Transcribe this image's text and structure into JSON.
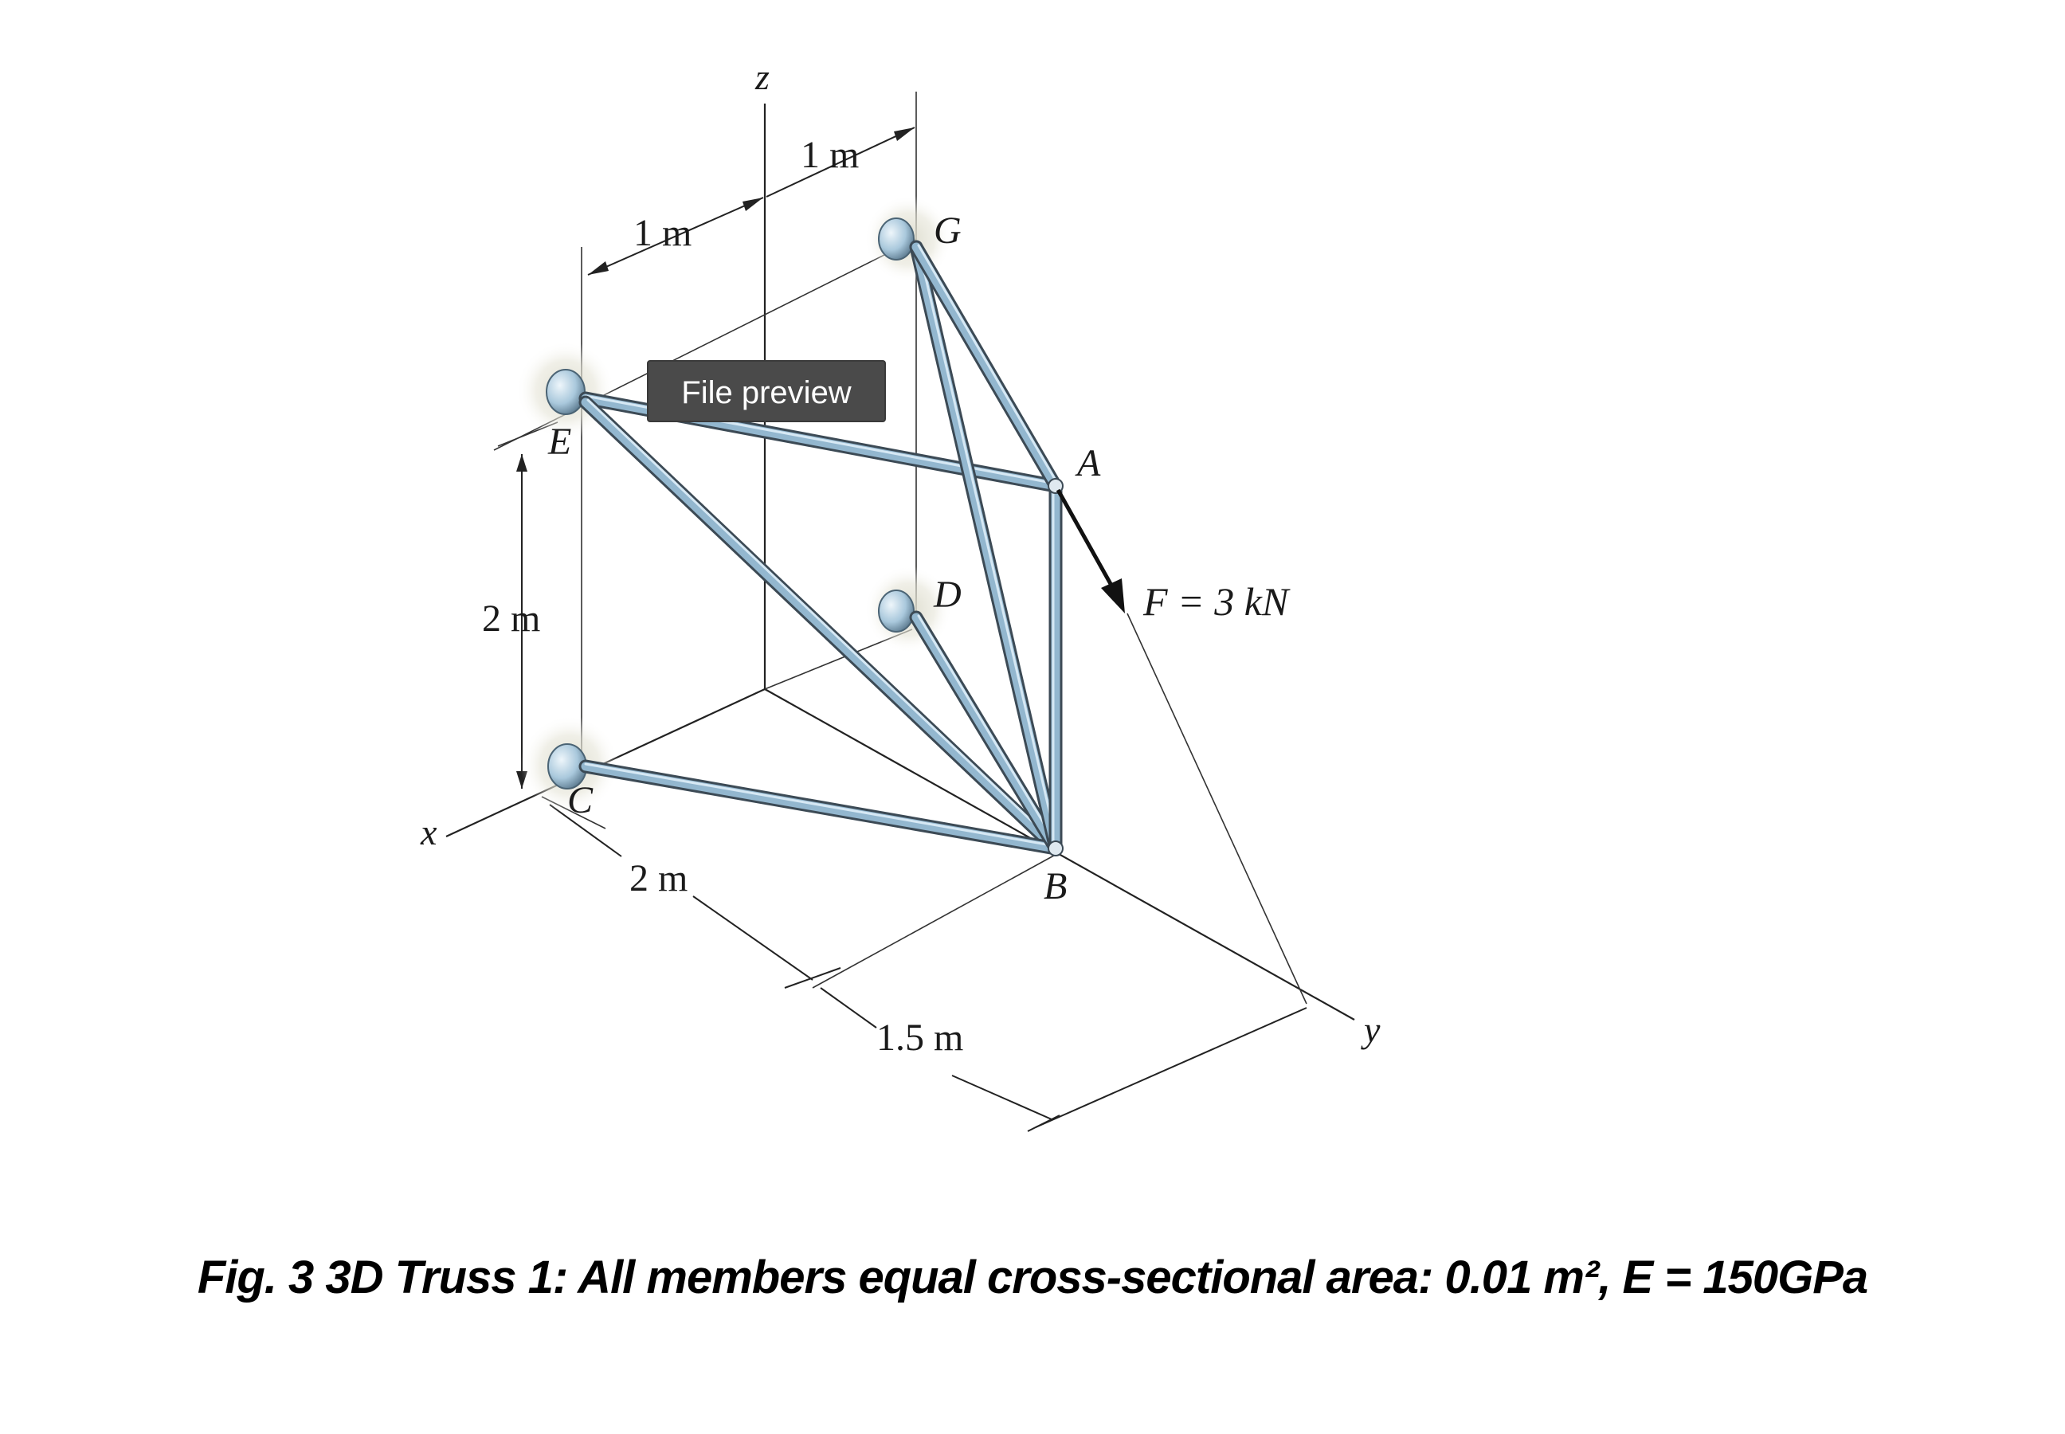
{
  "tooltip": {
    "text": "File preview"
  },
  "labels": {
    "axis_x": "x",
    "axis_y": "y",
    "axis_z": "z",
    "joint_a": "A",
    "joint_b": "B",
    "joint_c": "C",
    "joint_d": "D",
    "joint_e": "E",
    "joint_g": "G",
    "force": "F = 3 kN",
    "dim_top_left": "1 m",
    "dim_top_right": "1 m",
    "dim_height": "2 m",
    "dim_width": "2 m",
    "dim_depth": "1.5 m"
  },
  "caption": "Fig. 3 3D Truss 1: All members equal cross-sectional area: 0.01 m², E = 150GPa",
  "colors": {
    "member": "#93b7cf",
    "member_outline": "#3c4a55",
    "support": "#b9d3e4",
    "tooltip_bg": "#4a4a4a"
  }
}
